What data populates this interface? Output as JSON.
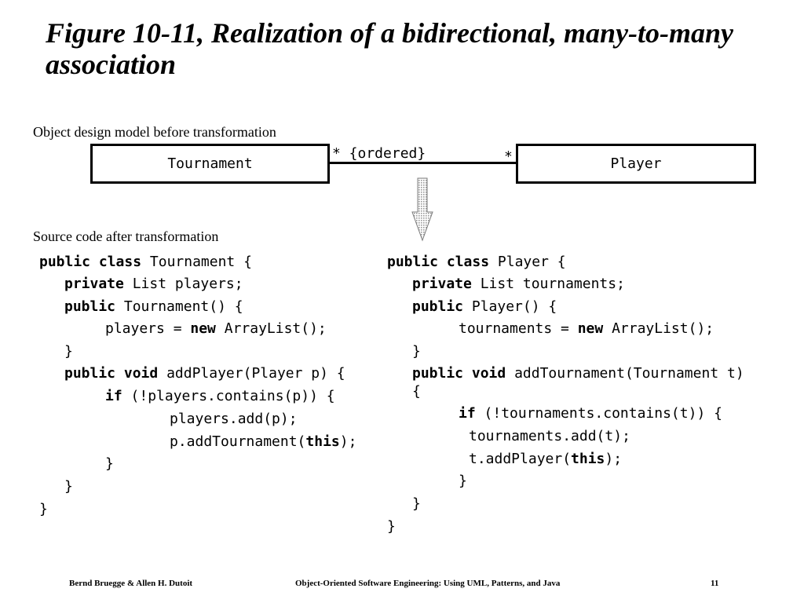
{
  "slide": {
    "title": "Figure 10-11, Realization of a bidirectional, many-to-many association",
    "diagram_label": "Object design model before transformation",
    "code_label": "Source code after transformation"
  },
  "diagram": {
    "left_class": "Tournament",
    "right_class": "Player",
    "left_end_label": "* {ordered}",
    "right_multiplicity": "*"
  },
  "code": {
    "tournament": [
      [
        "public",
        " ",
        "class",
        " Tournament {"
      ],
      [
        "private",
        " List players;"
      ],
      [
        "public",
        " Tournament() {"
      ],
      [
        "players = ",
        "new",
        " ArrayList();"
      ],
      [
        "}"
      ],
      [
        "public",
        " ",
        "void",
        " addPlayer(Player p) {"
      ],
      [
        "if",
        " (!players.contains(p)) {"
      ],
      [
        "players.add(p);"
      ],
      [
        "p.addTournament(",
        "this",
        ");"
      ],
      [
        "}"
      ],
      [
        "}"
      ],
      [
        "}"
      ]
    ],
    "player": [
      [
        "public",
        " ",
        "class",
        " Player {"
      ],
      [
        "private",
        " List tournaments;"
      ],
      [
        "public",
        " Player() {"
      ],
      [
        "tournaments = ",
        "new",
        " ArrayList();"
      ],
      [
        "}"
      ],
      [
        "public",
        " ",
        "void",
        " addTournament(Tournament t)"
      ],
      [
        "{"
      ],
      [
        "if",
        " (!tournaments.contains(t)) {"
      ],
      [
        "tournaments.add(t);"
      ],
      [
        "t.addPlayer(",
        "this",
        ");"
      ],
      [
        "}"
      ],
      [
        "}"
      ],
      [
        "}"
      ]
    ]
  },
  "footer": {
    "authors": "Bernd Bruegge & Allen H. Dutoit",
    "book": "Object-Oriented Software Engineering: Using UML, Patterns, and Java",
    "page": "11"
  }
}
